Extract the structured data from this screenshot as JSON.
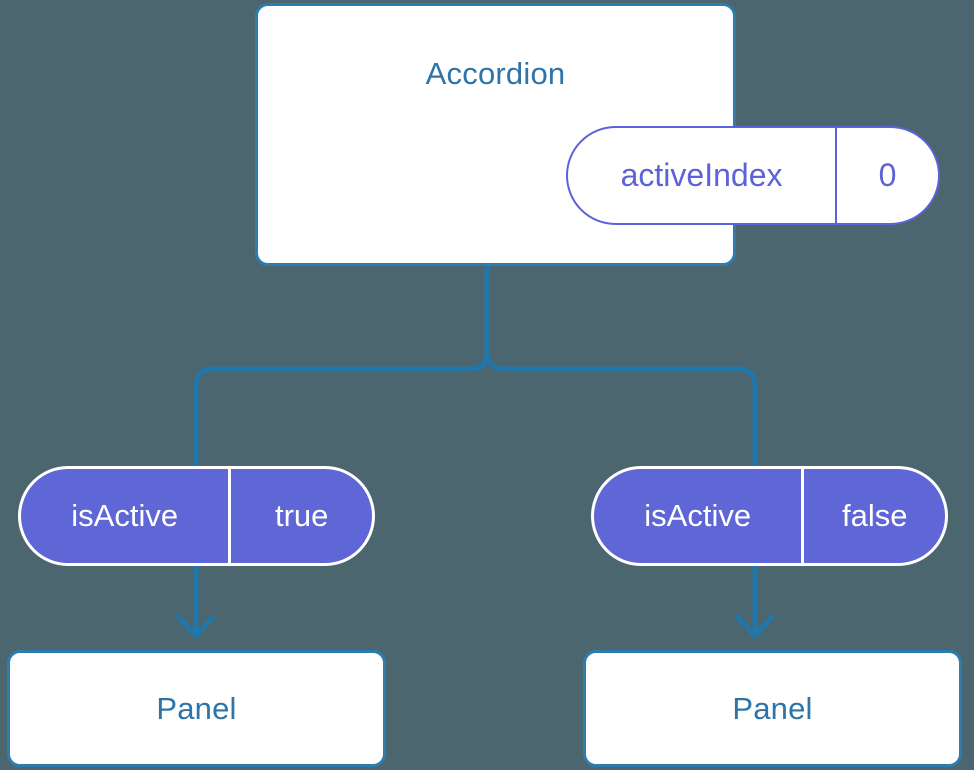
{
  "diagram": {
    "type": "component-state-tree",
    "background_color": "#4c6670",
    "accent_blue": "#2e7cae",
    "accent_indigo": "#5f66d6"
  },
  "root": {
    "title": "Accordion",
    "prop": {
      "key": "activeIndex",
      "value": "0"
    }
  },
  "branches": [
    {
      "prop": {
        "key": "isActive",
        "value": "true"
      },
      "child_title": "Panel"
    },
    {
      "prop": {
        "key": "isActive",
        "value": "false"
      },
      "child_title": "Panel"
    }
  ]
}
